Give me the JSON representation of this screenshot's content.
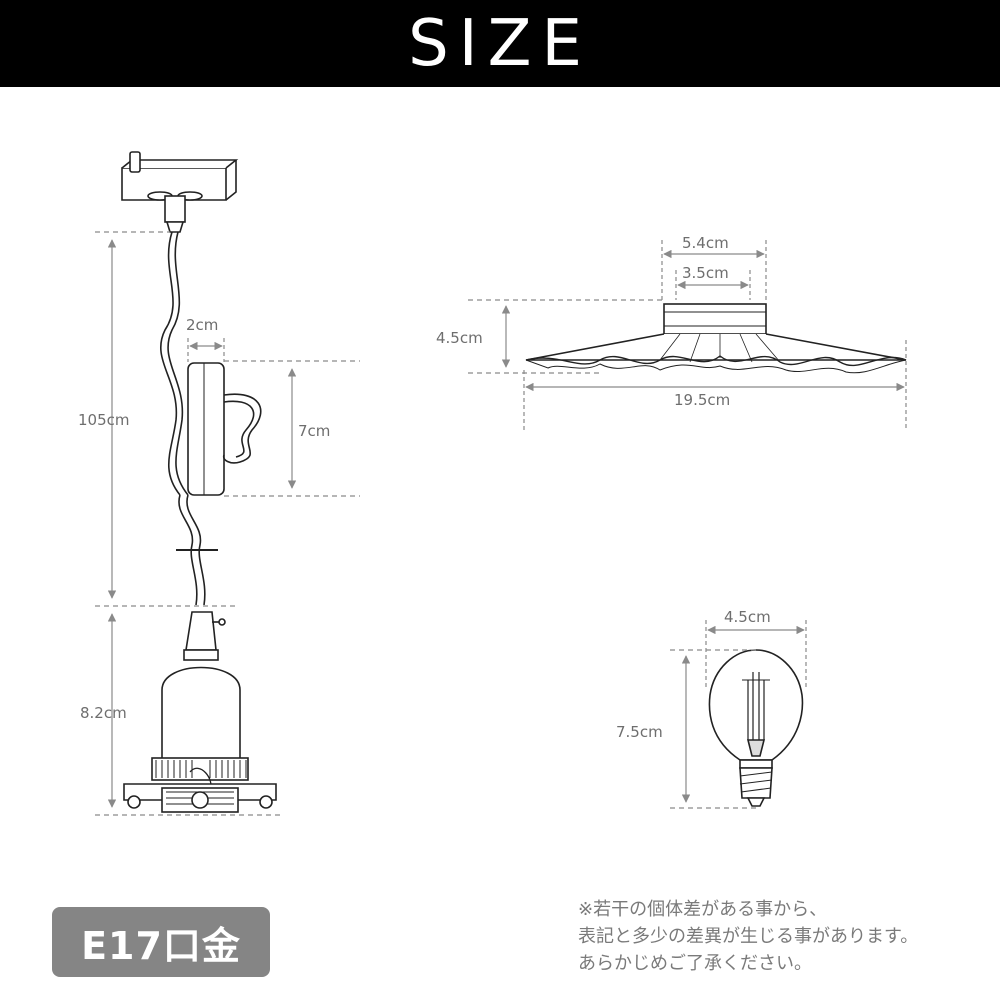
{
  "header": {
    "title": "SIZE"
  },
  "pendant": {
    "cord_length": "105cm",
    "adjuster_width": "2cm",
    "adjuster_height": "7cm",
    "socket_height": "8.2cm"
  },
  "shade": {
    "top_outer": "5.4cm",
    "top_inner": "3.5cm",
    "height": "4.5cm",
    "diameter": "19.5cm"
  },
  "bulb": {
    "width": "4.5cm",
    "height": "7.5cm"
  },
  "badge": {
    "label": "E17口金"
  },
  "note": {
    "line1": "※若干の個体差がある事から、",
    "line2": "表記と多少の差異が生じる事があります。",
    "line3": "あらかじめご了承ください。"
  },
  "colors": {
    "header_bg": "#000000",
    "badge_bg": "#858585",
    "dimension": "#6e6e6e"
  }
}
